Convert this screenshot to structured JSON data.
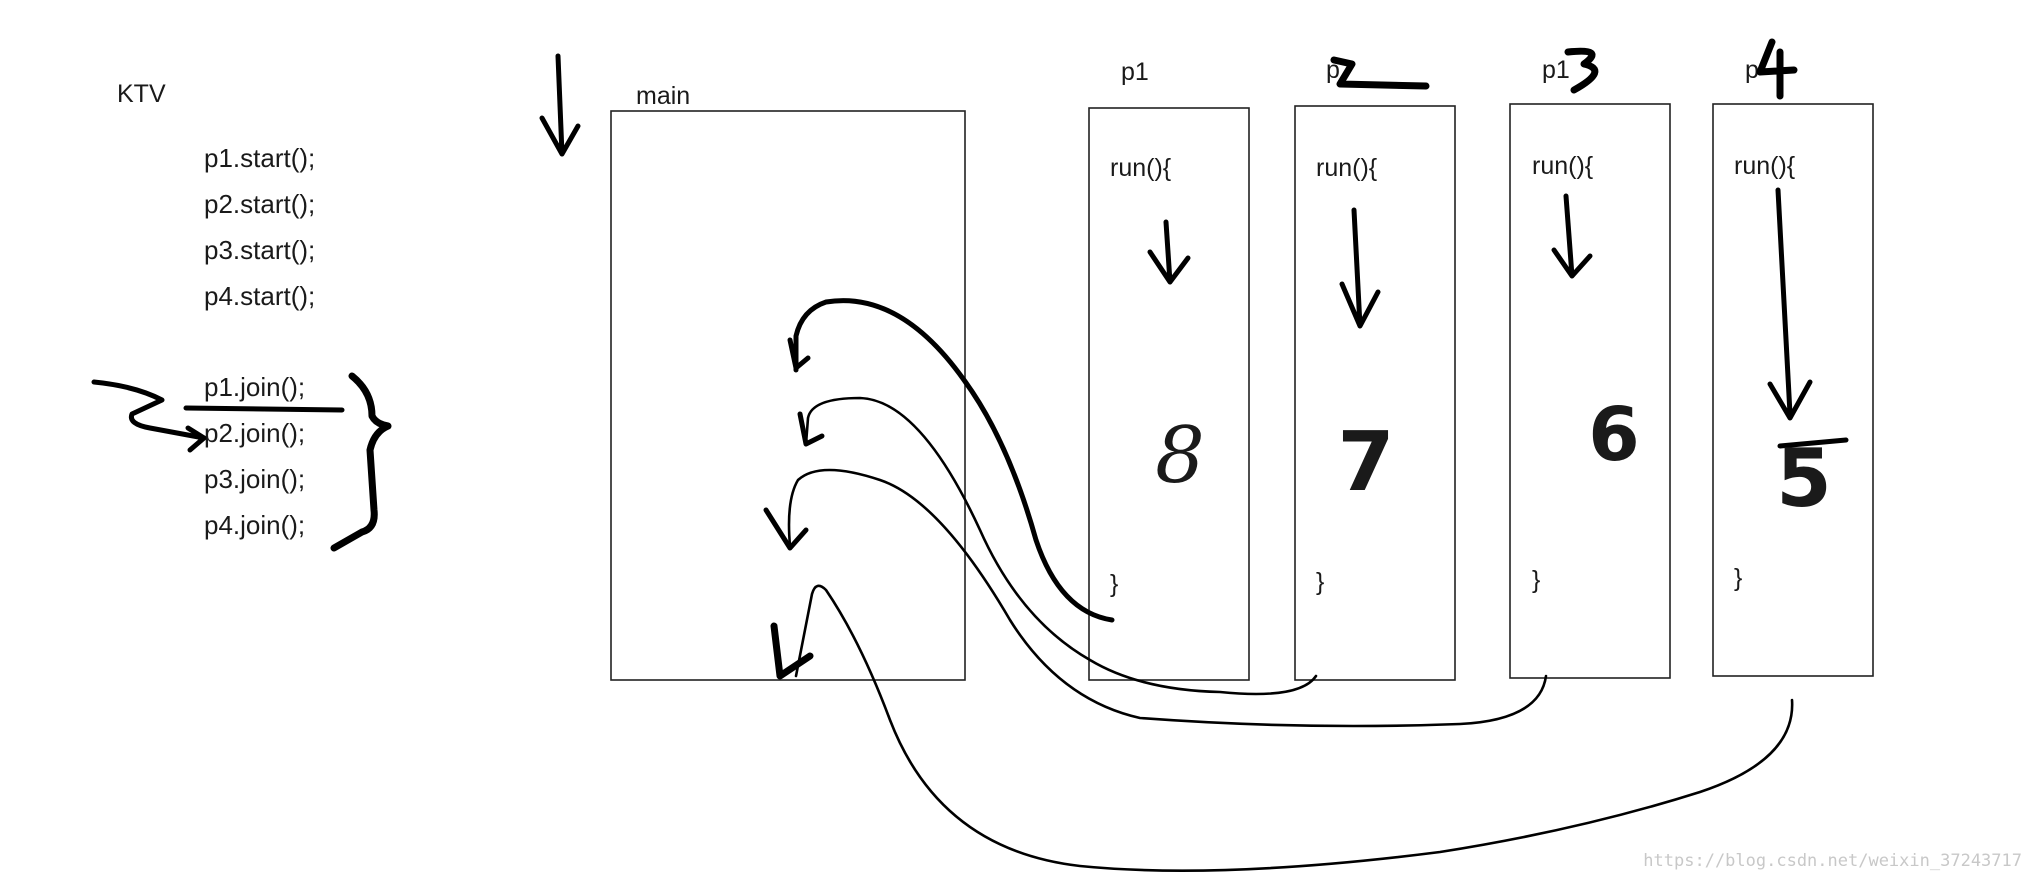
{
  "title": "KTV",
  "code_lines": [
    "p1.start();",
    "p2.start();",
    "p3.start();",
    "p4.start();",
    "p1.join();",
    "p2.join();",
    "p3.join();",
    "p4.join();"
  ],
  "main_label": "main",
  "threads": [
    {
      "label": "p1",
      "run": "run(){",
      "close": "}",
      "number": "8"
    },
    {
      "label": "p",
      "run": "run(){",
      "close": "}",
      "number": "7"
    },
    {
      "label": "p1",
      "run": "run(){",
      "close": "}",
      "number": "6"
    },
    {
      "label": "p",
      "run": "run(){",
      "close": "}",
      "number": "5"
    }
  ],
  "watermark": "https://blog.csdn.net/weixin_37243717"
}
